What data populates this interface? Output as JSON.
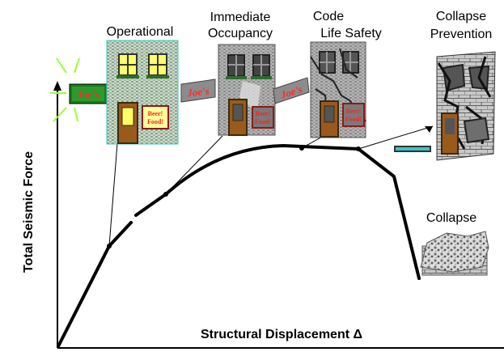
{
  "diagram": {
    "axes": {
      "y_title": "Total Seismic Force",
      "x_title": "Structural Displacement Δ"
    },
    "stages": [
      {
        "id": "operational",
        "label_lines": [
          "Operational"
        ]
      },
      {
        "id": "immediate-occupancy",
        "label_lines": [
          "Immediate",
          "Occupancy"
        ]
      },
      {
        "id": "life-safety",
        "label_lines": [
          "Code",
          "Life Safety"
        ]
      },
      {
        "id": "collapse-prevention",
        "label_lines": [
          "Collapse",
          "Prevention"
        ]
      },
      {
        "id": "collapse",
        "label_lines": [
          "Collapse"
        ]
      }
    ],
    "signs": {
      "shop_name": "Joe's",
      "board_line1": "Beer!",
      "board_line2": "Food!"
    },
    "colors": {
      "curve": "#000000",
      "brick": "#a8a8a8",
      "brick_green": "#b8d8b8",
      "door": "#9a5a1c",
      "window_lit": "#ffff66",
      "sign_green": "#1f7a1f",
      "sign_grey": "#8c8c8c",
      "glow": "#99ff33",
      "cyan_edge": "#3cc4c4"
    }
  }
}
